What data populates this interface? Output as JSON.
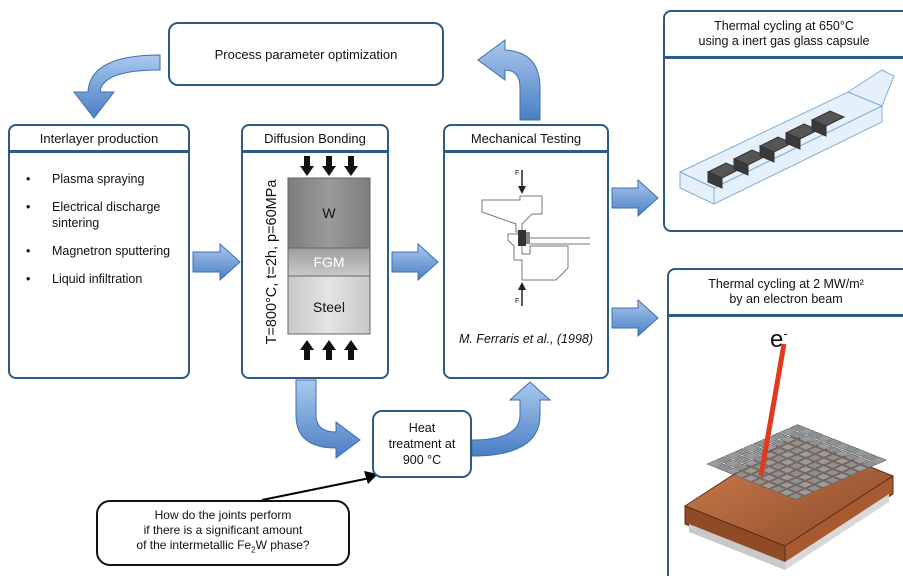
{
  "process_box": {
    "label": "Process parameter optimization"
  },
  "interlayer": {
    "title": "Interlayer production",
    "items": [
      "Plasma spraying",
      "Electrical discharge sintering",
      "Magnetron sputtering",
      "Liquid infiltration"
    ]
  },
  "diffusion": {
    "title": "Diffusion Bonding",
    "params": "T=800°C, t=2h, p=60MPa",
    "layers": {
      "w": "W",
      "fgm": "FGM",
      "steel": "Steel"
    }
  },
  "mechanical": {
    "title": "Mechanical Testing",
    "force_label": "F",
    "citation": "M. Ferraris et al., (1998)"
  },
  "heat": {
    "label_line1": "Heat",
    "label_line2": "treatment at",
    "label_line3": "900 °C"
  },
  "question": {
    "line1": "How do the joints perform",
    "line2": "if there is a significant amount",
    "line3_pre": "of the intermetallic Fe",
    "line3_sub": "2",
    "line3_post": "W phase?"
  },
  "thermal_cycle_1": {
    "line1": "Thermal cycling at 650°C",
    "line2": "using a inert gas glass capsule"
  },
  "thermal_cycle_2": {
    "line1": "Thermal cycling at 2 MW/m²",
    "line2": "by an electron beam"
  },
  "electron_label": "e",
  "electron_sup": "-",
  "colors": {
    "border": "#2e5b86",
    "arrow": "#6f9fd8",
    "arrow_dark": "#3f6fae",
    "copper": "#b86a3a",
    "tile": "#8a8c8e"
  }
}
